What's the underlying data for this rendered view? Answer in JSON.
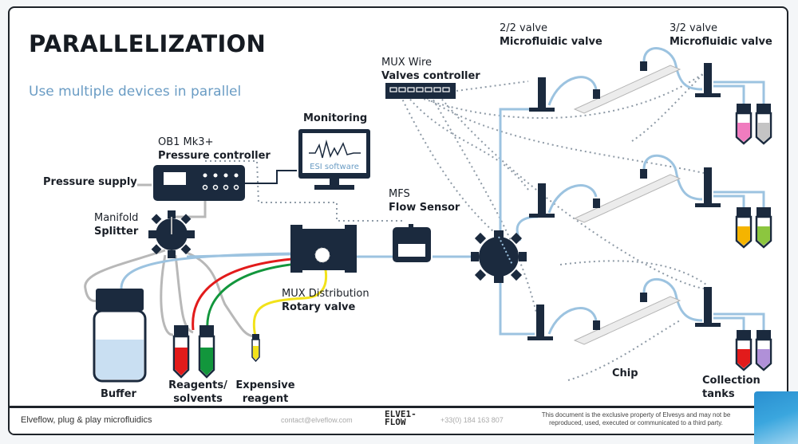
{
  "slide": {
    "title": "PARALLELIZATION",
    "subtitle": "Use multiple devices in parallel"
  },
  "labels": {
    "pressure_supply": "Pressure supply",
    "ob1_model": "OB1 Mk3+",
    "ob1_name": "Pressure controller",
    "monitoring": "Monitoring",
    "esi_software": "ESI software",
    "manifold_model": "Manifold",
    "manifold_name": "Splitter",
    "mux_wire_model": "MUX Wire",
    "mux_wire_name": "Valves controller",
    "mfs_model": "MFS",
    "mfs_name": "Flow Sensor",
    "mux_dist_model": "MUX Distribution",
    "mux_dist_name": "Rotary valve",
    "valve22_model": "2/2 valve",
    "valve22_name": "Microfluidic valve",
    "valve32_model": "3/2 valve",
    "valve32_name": "Microfluidic valve",
    "buffer": "Buffer",
    "reagents_line1": "Reagents/",
    "reagents_line2": "solvents",
    "expensive_line1": "Expensive",
    "expensive_line2": "reagent",
    "chip": "Chip",
    "collection_tanks": "Collection tanks"
  },
  "colors": {
    "device": "#1b2a3e",
    "tubing": "#9cc3e0",
    "air": "#b8b8b8",
    "red": "#e21b1b",
    "green": "#12963c",
    "yellow": "#f2e21a",
    "accent": "#6a9cc4"
  },
  "collection_tank_colors": [
    [
      "#f07cbf",
      "#c4c4c4"
    ],
    [
      "#f5b400",
      "#8cc63f"
    ],
    [
      "#e21b1b",
      "#b090d8"
    ]
  ],
  "footer": {
    "tagline": "Elveflow, plug & play microfluidics",
    "email": "contact@elveflow.com",
    "logo_line1": "ELVE1-",
    "logo_line2": "FLOW",
    "phone": "+33(0) 184 163 807",
    "legal": "This document is the exclusive property of Elvesys and may not be reproduced, used, executed or communicated to a third party."
  }
}
